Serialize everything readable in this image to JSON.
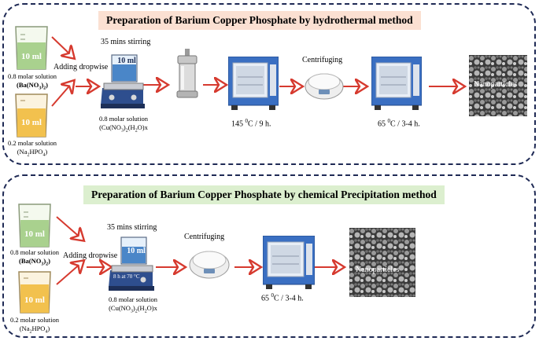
{
  "panel1": {
    "title": "Preparation of Barium Copper Phosphate by hydrothermal method",
    "beaker1_volume": "10 ml",
    "beaker1_conc": "0.8 molar solution",
    "beaker1_chem": "(Ba(NO3)2)",
    "beaker2_volume": "10 ml",
    "beaker2_conc": "0.2 molar solution",
    "beaker2_chem": "(Na2HPO4)",
    "adding": "Adding dropwise",
    "stirring": "35 mins stirring",
    "stirrer_volume": "10 ml",
    "stirrer_conc": "0.8 molar solution",
    "stirrer_chem": "(Cu(NO3)2(H2O)x",
    "oven1_cond": "145 0C / 9 h.",
    "centrifuge": "Centrifuging",
    "oven2_cond": "65 0C / 3-4 h.",
    "product": "Nanoparticles"
  },
  "panel2": {
    "title": "Preparation of Barium Copper Phosphate by chemical Precipitation method",
    "beaker1_volume": "10 ml",
    "beaker1_conc": "0.8 molar solution",
    "beaker1_chem": "(Ba(NO3)2)",
    "beaker2_volume": "10 ml",
    "beaker2_conc": "0.2 molar solution",
    "beaker2_chem": "(Na2HPO4)",
    "adding": "Adding dropwise",
    "stirring": "35 mins stirring",
    "stirrer_volume": "10 ml",
    "stirrer_note": "8 h at 70 °C",
    "stirrer_conc": "0.8 molar solution",
    "stirrer_chem": "(Cu(NO3)2(H2O)x",
    "centrifuge": "Centrifuging",
    "oven_cond": "65 0C / 3-4 h.",
    "product": "Nanoparticles"
  },
  "colors": {
    "panel_border": "#1f2a55",
    "title1_bg": "#fbe0d2",
    "title2_bg": "#dcefcf",
    "green_liquid": "#a9d18e",
    "yellow_liquid": "#f2c14e",
    "arrow": "#d63a2f",
    "blue_liquid": "#4a86c8"
  },
  "icons": [
    "beaker-icon",
    "arrow-icon",
    "magnetic-stirrer-icon",
    "autoclave-icon",
    "oven-icon",
    "centrifuge-icon",
    "sem-image-icon"
  ]
}
